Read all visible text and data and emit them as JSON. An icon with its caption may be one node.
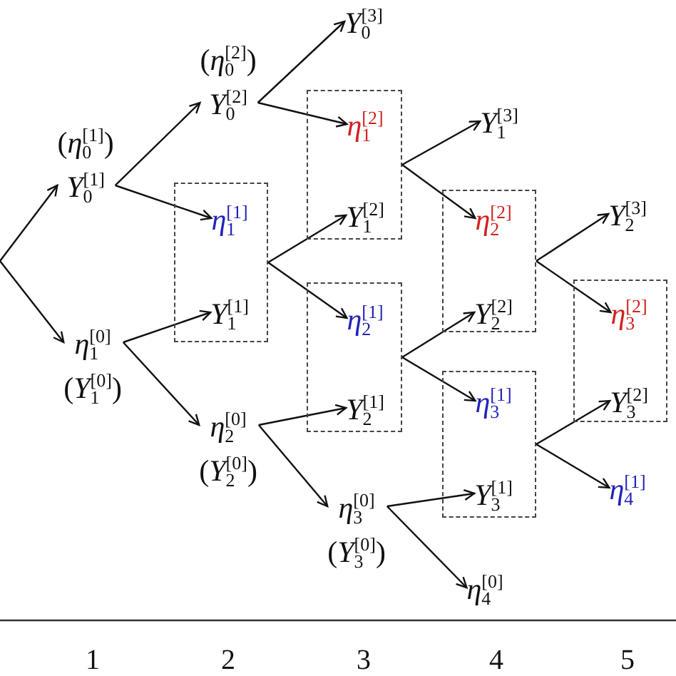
{
  "diagram": {
    "nodes": [
      {
        "text": [
          "*Y*$_{0}$$^{[1]}$"
        ],
        "beside": [
          "(*η*$_{0}$$^{[1]}$)"
        ]
      },
      {
        "text": [
          "*η*$_{1}$$^{[0]}$"
        ],
        "beside": [
          "(*Y*$_{1}$$^{[0]}$)"
        ]
      },
      {
        "text": [
          "*Y*$_{0}$$^{[2]}$"
        ],
        "beside": [
          "(*η*$_{0}$$^{[2]}$)"
        ]
      },
      {
        "text": [],
        "shape": "box"
      },
      {
        "text": [
          "*η*$_{1}$$^{[1]}$"
        ],
        "in": 3
      },
      {
        "text": [
          "*Y*$_{1}$$^{[1]}$"
        ],
        "in": 3
      },
      {
        "text": [
          "*η*$_{2}$$^{[0]}$"
        ],
        "beside": [
          "(*Y*$_{2}$$^{[0]}$)"
        ]
      },
      {
        "text": [
          "*Y*$_{0}$$^{[3]}$"
        ]
      },
      {
        "text": [],
        "shape": "box"
      },
      {
        "text": [
          "*η*$_{1}$$^{[2]}$"
        ],
        "in": 8
      },
      {
        "text": [
          "*Y*$_{1}$$^{[2]}$"
        ],
        "in": 8
      },
      {
        "text": [],
        "shape": "box"
      },
      {
        "text": [
          "*η*$_{2}$$^{[1]}$"
        ],
        "in": 11
      },
      {
        "text": [
          "*Y*$_{2}$$^{[1]}$"
        ],
        "in": 11
      },
      {
        "text": [
          "*η*$_{3}$$^{[0]}$"
        ],
        "beside": [
          "(*Y*$_{3}$$^{[0]}$)"
        ]
      },
      {
        "text": [
          "*Y*$_{1}$$^{[3]}$"
        ]
      },
      {
        "text": [],
        "shape": "box"
      },
      {
        "text": [
          "*η*$_{2}$$^{[2]}$"
        ],
        "in": 16
      },
      {
        "text": [
          "*Y*$_{2}$$^{[2]}$"
        ],
        "in": 16
      },
      {
        "text": [],
        "shape": "box"
      },
      {
        "text": [
          "*η*$_{3}$$^{[1]}$"
        ],
        "in": 19
      },
      {
        "text": [
          "*Y*$_{3}$$^{[1]}$"
        ],
        "in": 19
      },
      {
        "text": [
          "*η*$_{4}$$^{[0]}$"
        ]
      },
      {
        "text": [
          "*Y*$_{2}$$^{[3]}$"
        ]
      },
      {
        "text": [],
        "shape": "box"
      },
      {
        "text": [
          "*η*$_{3}$$^{[2]}$"
        ],
        "in": 24
      },
      {
        "text": [
          "*Y*$_{3}$$^{[2]}$"
        ],
        "in": 24
      },
      {
        "text": [
          "*η*$_{4}$$^{[1]}$"
        ]
      }
    ],
    "edges": [
      {
        "from": null,
        "to": 0,
        "arrow": "to"
      },
      {
        "from": null,
        "to": 1,
        "arrow": "to"
      },
      {
        "from": 0,
        "to": 2,
        "arrow": "to"
      },
      {
        "from": 0,
        "to": 4,
        "arrow": "to"
      },
      {
        "from": 1,
        "to": 5,
        "arrow": "to"
      },
      {
        "from": 1,
        "to": 6,
        "arrow": "to"
      },
      {
        "from": 2,
        "to": 7,
        "arrow": "to"
      },
      {
        "from": 2,
        "to": 9,
        "arrow": "to"
      },
      {
        "from": 3,
        "to": 10,
        "arrow": "to"
      },
      {
        "from": 3,
        "to": 12,
        "arrow": "to"
      },
      {
        "from": 6,
        "to": 13,
        "arrow": "to"
      },
      {
        "from": 6,
        "to": 14,
        "arrow": "to"
      },
      {
        "from": 8,
        "to": 15,
        "arrow": "to"
      },
      {
        "from": 8,
        "to": 17,
        "arrow": "to"
      },
      {
        "from": 11,
        "to": 18,
        "arrow": "to"
      },
      {
        "from": 11,
        "to": 20,
        "arrow": "to"
      },
      {
        "from": 14,
        "to": 21,
        "arrow": "to"
      },
      {
        "from": 14,
        "to": 22,
        "arrow": "to"
      },
      {
        "from": 16,
        "to": 23,
        "arrow": "to"
      },
      {
        "from": 16,
        "to": 25,
        "arrow": "to"
      },
      {
        "from": 19,
        "to": 26,
        "arrow": "to"
      },
      {
        "from": 19,
        "to": 27,
        "arrow": "to"
      }
    ],
    "labels": [
      "1",
      "2",
      "3",
      "4",
      "5"
    ]
  }
}
